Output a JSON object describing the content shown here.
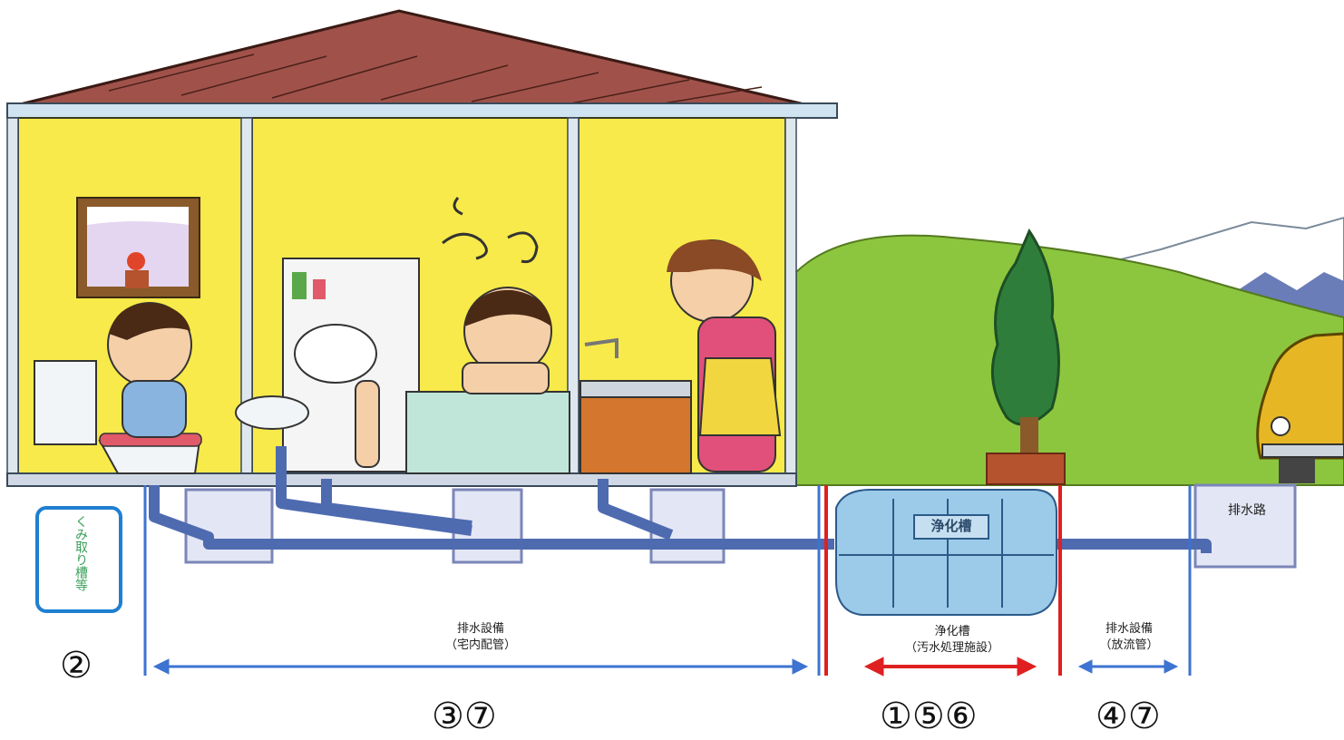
{
  "labels": {
    "kumitori": "くみ取り槽等",
    "drain_channel": "排水路",
    "tank_label": "浄化槽",
    "house_piping_title": "排水設備",
    "house_piping_sub": "（宅内配管）",
    "septic_title": "浄化槽",
    "septic_sub": "（汚水処理施設）",
    "outflow_title": "排水設備",
    "outflow_sub": "（放流管）"
  },
  "numbers": {
    "n2": "②",
    "n37": "③⑦",
    "n156": "①⑤⑥",
    "n47": "④⑦"
  },
  "colors": {
    "roof": "#a0524a",
    "wall": "#f7ea4a",
    "frame": "#dfe7ee",
    "pipe": "#4e6bb0",
    "pit": "#e3e6f4",
    "hill": "#8cc63f",
    "tank": "#9ccbe9",
    "blue_line": "#3d73d1",
    "red_line": "#e02020",
    "box_border": "#1f7fd0",
    "box_text": "#3aa05a"
  },
  "icons": [
    "toilet-icon",
    "child-on-toilet-icon",
    "window-icon",
    "flower-pot-icon",
    "bath-icon",
    "child-washing-hair-icon",
    "child-in-bath-icon",
    "shelf-bottles-icon",
    "kitchen-sink-icon",
    "mother-icon",
    "tree-icon",
    "mountain-icon",
    "car-icon",
    "steam-icon"
  ]
}
